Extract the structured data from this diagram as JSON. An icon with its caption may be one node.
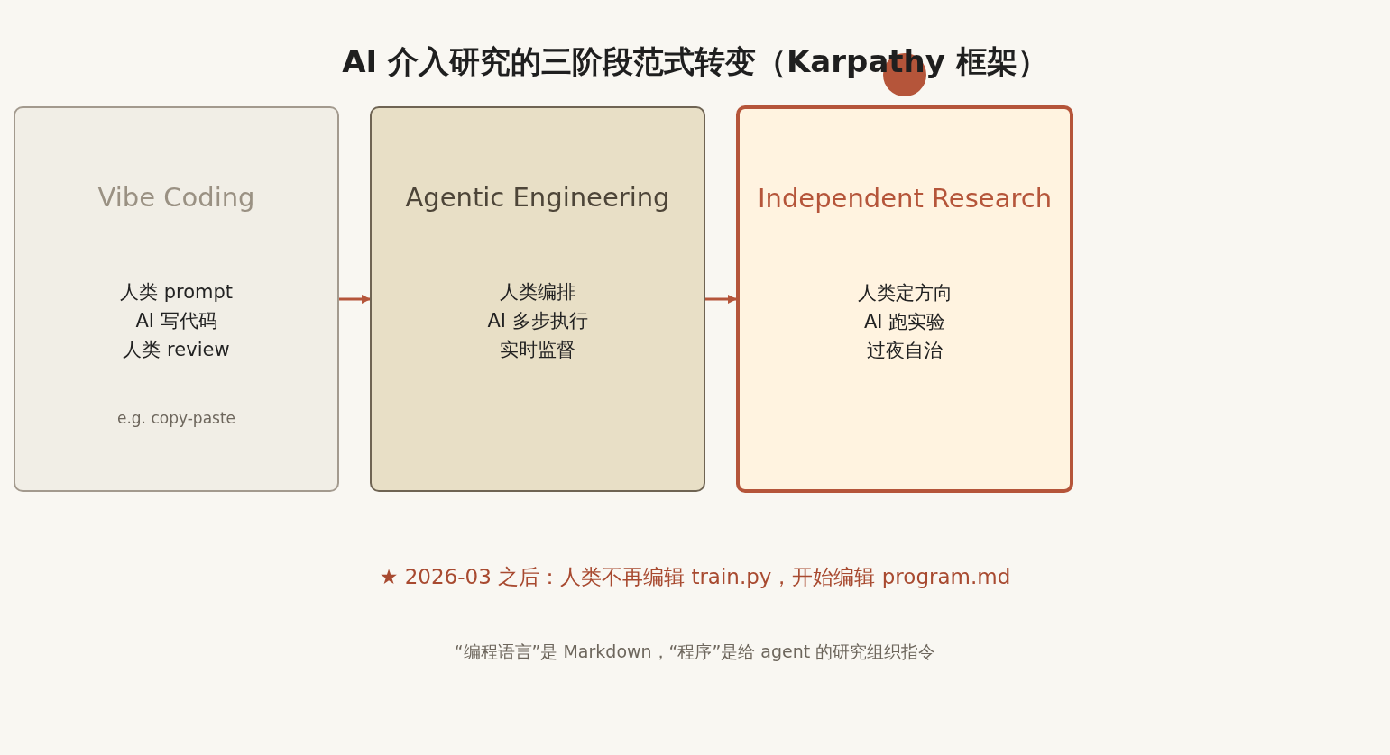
{
  "diagram": {
    "title": "AI 介入研究的三阶段范式转变（Karpathy 框架）",
    "nodes": [
      {
        "text": [
          "Vibe Coding",
          "人类 prompt",
          "AI 写代码",
          "人类 review",
          "e.g. copy-paste"
        ]
      },
      {
        "text": [
          "Agentic Engineering",
          "人类编排",
          "AI 多步执行",
          "实时监督"
        ]
      },
      {
        "text": [
          "Independent Research",
          "人类定方向",
          "AI 跑实验",
          "过夜自治"
        ]
      }
    ],
    "edges": [
      {
        "from": 0,
        "to": 1,
        "arrow": "to"
      },
      {
        "from": 1,
        "to": 2,
        "arrow": "to"
      }
    ],
    "labels": [
      "★ 2026-03 之后：人类不再编辑 train.py，开始编辑 program.md",
      "“编程语言”是 Markdown，“程序”是给 agent 的研究组织指令"
    ]
  }
}
